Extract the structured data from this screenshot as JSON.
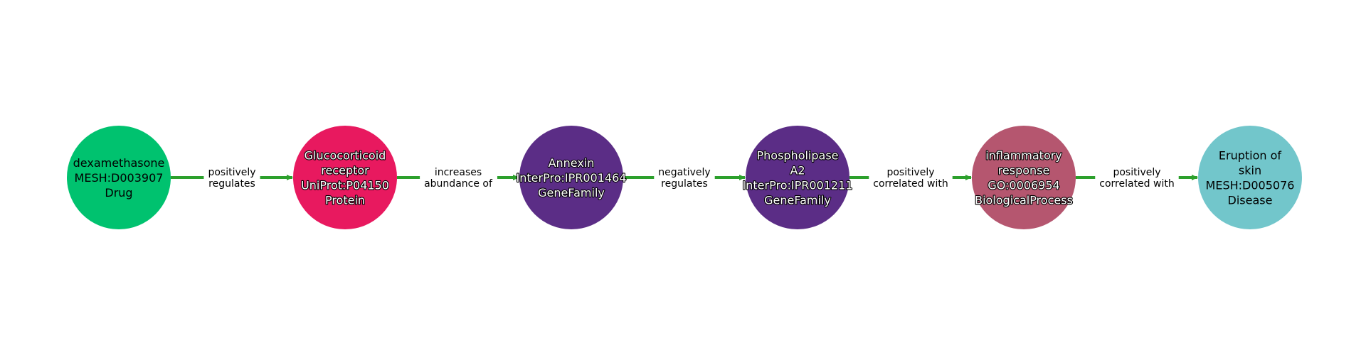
{
  "colors": {
    "edge": "#2ca02c",
    "label_bg": "#ffffff"
  },
  "nodes": [
    {
      "id": "dexamethasone",
      "lines": [
        "dexamethasone",
        "MESH:D003907",
        "Drug"
      ],
      "color": "#00c26f",
      "text_style": "plain"
    },
    {
      "id": "glucocorticoid-receptor",
      "lines": [
        "Glucocorticoid",
        "receptor",
        "UniProt:P04150",
        "Protein"
      ],
      "color": "#e8195f",
      "text_style": "outlined"
    },
    {
      "id": "annexin",
      "lines": [
        "Annexin",
        "InterPro:IPR001464",
        "GeneFamily"
      ],
      "color": "#5b2d86",
      "text_style": "outlined"
    },
    {
      "id": "phospholipase-a2",
      "lines": [
        "Phospholipase",
        "A2",
        "InterPro:IPR001211",
        "GeneFamily"
      ],
      "color": "#5b2d86",
      "text_style": "outlined"
    },
    {
      "id": "inflammatory-response",
      "lines": [
        "inflammatory",
        "response",
        "GO:0006954",
        "BiologicalProcess"
      ],
      "color": "#b5566f",
      "text_style": "outlined"
    },
    {
      "id": "eruption-of-skin",
      "lines": [
        "Eruption of",
        "skin",
        "MESH:D005076",
        "Disease"
      ],
      "color": "#72c6cb",
      "text_style": "plain"
    }
  ],
  "edges": [
    {
      "from": 0,
      "to": 1,
      "lines": [
        "positively",
        "regulates"
      ]
    },
    {
      "from": 1,
      "to": 2,
      "lines": [
        "increases",
        "abundance of"
      ]
    },
    {
      "from": 2,
      "to": 3,
      "lines": [
        "negatively",
        "regulates"
      ]
    },
    {
      "from": 3,
      "to": 4,
      "lines": [
        "positively",
        "correlated with"
      ]
    },
    {
      "from": 4,
      "to": 5,
      "lines": [
        "positively",
        "correlated with"
      ]
    }
  ]
}
